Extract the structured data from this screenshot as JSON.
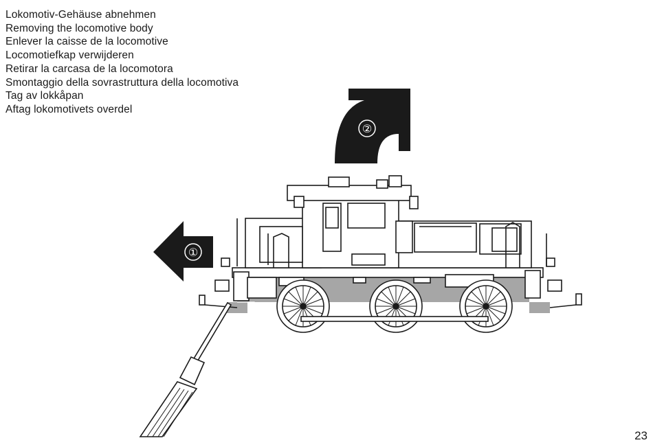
{
  "captions": [
    "Lokomotiv-Gehäuse abnehmen",
    "Removing the locomotive body",
    "Enlever la caisse de la locomotive",
    "Locomotiefkap verwijderen",
    "Retirar la carcasa de la locomotora",
    "Smontaggio della sovrastruttura della locomotiva",
    "Tag av lokkåpan",
    "Aftag lokomotivets overdel"
  ],
  "steps": {
    "step1": "①",
    "step2": "②"
  },
  "page_number": "23",
  "colors": {
    "ink": "#1a1a1a",
    "frame_gray": "#a6a6a6",
    "background": "#ffffff"
  },
  "icons": [
    "arrow-left-icon",
    "curved-arrow-up-right-icon",
    "screwdriver-icon",
    "locomotive-drawing"
  ]
}
